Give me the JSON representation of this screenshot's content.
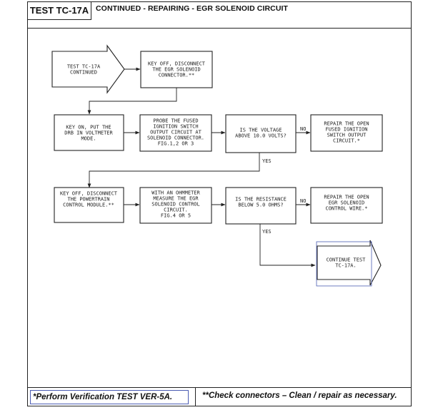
{
  "header": {
    "test_id": "TEST TC-17A",
    "title": "CONTINUED - REPAIRING - EGR SOLENOID CIRCUIT"
  },
  "nodes": {
    "start": [
      "TEST TC-17A",
      "CONTINUED"
    ],
    "key_off_disconnect_egr": [
      "KEY OFF, DISCONNECT",
      "THE EGR SOLENOID",
      "CONNECTOR.**"
    ],
    "key_on_drb": [
      "KEY ON, PUT THE",
      "DRB IN VOLTMETER",
      "MODE."
    ],
    "probe_fused": [
      "PROBE THE FUSED",
      "IGNITION SWITCH",
      "OUTPUT CIRCUIT AT",
      "SOLENOID CONNECTOR.",
      "FIG.1,2 OR 3"
    ],
    "voltage_question": [
      "IS THE VOLTAGE",
      "ABOVE 10.0 VOLTS?"
    ],
    "repair_open_fused": [
      "REPAIR THE OPEN",
      "FUSED IGNITION",
      "SWITCH OUTPUT",
      "CIRCUIT.*"
    ],
    "key_off_disconnect_pcm": [
      "KEY OFF, DISCONNECT",
      "THE POWERTRAIN",
      "CONTROL MODULE.**"
    ],
    "ohmmeter_measure": [
      "WITH AN OHMMETER",
      "MEASURE THE EGR",
      "SOLENOID CONTROL",
      "CIRCUIT.",
      "FIG.4 OR 5"
    ],
    "resistance_question": [
      "IS THE RESISTANCE",
      "BELOW 5.0 OHMS?"
    ],
    "repair_open_egr": [
      "REPAIR THE OPEN",
      "EGR SOLENOID",
      "CONTROL WIRE.*"
    ],
    "continue_test": [
      "CONTINUE TEST",
      "TC-17A."
    ]
  },
  "edge_labels": {
    "no_voltage": "NO",
    "yes_voltage": "YES",
    "no_resistance": "NO",
    "yes_resistance": "YES"
  },
  "footer": {
    "left": "*Perform Verification TEST VER-5A.",
    "right": "**Check connectors – Clean / repair as necessary."
  }
}
